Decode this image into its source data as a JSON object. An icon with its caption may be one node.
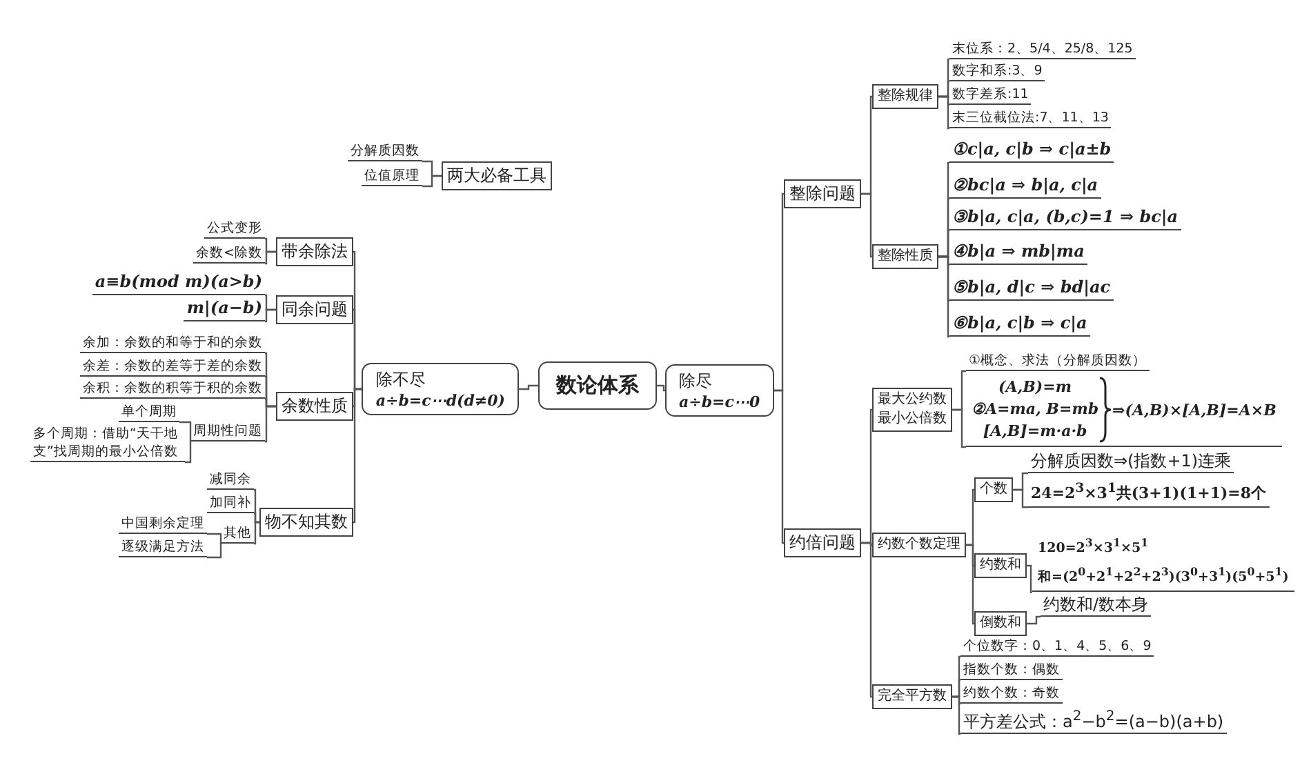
{
  "diagram": {
    "nodes": [
      {
        "text": [
          "数论体系"
        ]
      },
      {
        "text": [
          "除不尽",
          "a÷b=c⋯d(d≠0)"
        ]
      },
      {
        "text": [
          "除尽",
          "a÷b=c⋯0"
        ]
      },
      {
        "text": [
          "两大必备工具"
        ]
      },
      {
        "text": [
          "分解质因数"
        ]
      },
      {
        "text": [
          "位值原理"
        ]
      },
      {
        "text": [
          "带余除法"
        ]
      },
      {
        "text": [
          "公式变形"
        ]
      },
      {
        "text": [
          "余数<除数"
        ]
      },
      {
        "text": [
          "同余问题"
        ]
      },
      {
        "text": [
          "a≡b(mod m)(a>b)"
        ]
      },
      {
        "text": [
          "m|(a−b)"
        ]
      },
      {
        "text": [
          "余数性质"
        ]
      },
      {
        "text": [
          "余加：余数的和等于和的余数"
        ]
      },
      {
        "text": [
          "余差：余数的差等于差的余数"
        ]
      },
      {
        "text": [
          "余积：余数的积等于积的余数"
        ]
      },
      {
        "text": [
          "周期性问题"
        ]
      },
      {
        "text": [
          "单个周期"
        ]
      },
      {
        "text": [
          "多个周期：借助“天干地支”找周期的最小公倍数"
        ]
      },
      {
        "text": [
          "物不知其数"
        ]
      },
      {
        "text": [
          "减同余"
        ]
      },
      {
        "text": [
          "加同补"
        ]
      },
      {
        "text": [
          "其他"
        ]
      },
      {
        "text": [
          "中国剩余定理"
        ]
      },
      {
        "text": [
          "逐级满足方法"
        ]
      },
      {
        "text": [
          "整除问题"
        ]
      },
      {
        "text": [
          "约倍问题"
        ]
      },
      {
        "text": [
          "整除规律"
        ]
      },
      {
        "text": [
          "末位系：2、5/4、25/8、125"
        ]
      },
      {
        "text": [
          "数字和系:3、9"
        ]
      },
      {
        "text": [
          "数字差系:11"
        ]
      },
      {
        "text": [
          "末三位截位法:7、11、13"
        ]
      },
      {
        "text": [
          "整除性质"
        ]
      },
      {
        "text": [
          "①c|a, c|b ⇒ c|a±b"
        ]
      },
      {
        "text": [
          "②bc|a ⇒ b|a, c|a"
        ]
      },
      {
        "text": [
          "③b|a, c|a, (b,c)=1 ⇒ bc|a"
        ]
      },
      {
        "text": [
          "④b|a ⇒ mb|ma"
        ]
      },
      {
        "text": [
          "⑤b|a, d|c ⇒ bd|ac"
        ]
      },
      {
        "text": [
          "⑥b|a, c|b ⇒ c|a"
        ]
      },
      {
        "text": [
          "最大公约数",
          "最小公倍数"
        ]
      },
      {
        "text": [
          "①概念、求法（分解质因数）"
        ]
      },
      {
        "text": [
          "(A,B)=m",
          "②A=ma, B=mb",
          "[A,B]=m·a·b",
          "⇒(A,B)×[A,B]=A×B"
        ]
      },
      {
        "text": [
          "约数个数定理"
        ]
      },
      {
        "text": [
          "个数"
        ]
      },
      {
        "text": [
          "分解质因数⇒(指数+1)连乘"
        ]
      },
      {
        "text": [
          "24=2$^{3}$×3$^{1}$共(3+1)(1+1)=8个"
        ]
      },
      {
        "text": [
          "约数和"
        ]
      },
      {
        "text": [
          "120=2$^{3}$×3$^{1}$×5$^{1}$",
          "和=(2$^{0}$+2$^{1}$+2$^{2}$+2$^{3}$)(3$^{0}$+3$^{1}$)(5$^{0}$+5$^{1}$)"
        ]
      },
      {
        "text": [
          "倒数和"
        ]
      },
      {
        "text": [
          "约数和/数本身"
        ]
      },
      {
        "text": [
          "完全平方数"
        ]
      },
      {
        "text": [
          "个位数字：0、1、4、5、6、9"
        ]
      },
      {
        "text": [
          "指数个数：偶数"
        ]
      },
      {
        "text": [
          "约数个数：奇数"
        ]
      },
      {
        "text": [
          "平方差公式：a$^{2}$−b$^{2}$=(a−b)(a+b)"
        ]
      }
    ],
    "edges": [
      {
        "from": 0,
        "to": 1,
        "arrow": "none"
      },
      {
        "from": 0,
        "to": 2,
        "arrow": "none"
      },
      {
        "from": 3,
        "to": 4,
        "arrow": "none"
      },
      {
        "from": 3,
        "to": 5,
        "arrow": "none"
      },
      {
        "from": 1,
        "to": 6,
        "arrow": "none"
      },
      {
        "from": 1,
        "to": 9,
        "arrow": "none"
      },
      {
        "from": 1,
        "to": 12,
        "arrow": "none"
      },
      {
        "from": 1,
        "to": 19,
        "arrow": "none"
      },
      {
        "from": 6,
        "to": 7,
        "arrow": "none"
      },
      {
        "from": 6,
        "to": 8,
        "arrow": "none"
      },
      {
        "from": 9,
        "to": 10,
        "arrow": "none"
      },
      {
        "from": 9,
        "to": 11,
        "arrow": "none"
      },
      {
        "from": 12,
        "to": 13,
        "arrow": "none"
      },
      {
        "from": 12,
        "to": 14,
        "arrow": "none"
      },
      {
        "from": 12,
        "to": 15,
        "arrow": "none"
      },
      {
        "from": 12,
        "to": 16,
        "arrow": "none"
      },
      {
        "from": 16,
        "to": 17,
        "arrow": "none"
      },
      {
        "from": 16,
        "to": 18,
        "arrow": "none"
      },
      {
        "from": 19,
        "to": 20,
        "arrow": "none"
      },
      {
        "from": 19,
        "to": 21,
        "arrow": "none"
      },
      {
        "from": 19,
        "to": 22,
        "arrow": "none"
      },
      {
        "from": 22,
        "to": 23,
        "arrow": "none"
      },
      {
        "from": 22,
        "to": 24,
        "arrow": "none"
      },
      {
        "from": 2,
        "to": 25,
        "arrow": "none"
      },
      {
        "from": 2,
        "to": 26,
        "arrow": "none"
      },
      {
        "from": 25,
        "to": 27,
        "arrow": "none"
      },
      {
        "from": 25,
        "to": 32,
        "arrow": "none"
      },
      {
        "from": 27,
        "to": 28,
        "arrow": "none"
      },
      {
        "from": 27,
        "to": 29,
        "arrow": "none"
      },
      {
        "from": 27,
        "to": 30,
        "arrow": "none"
      },
      {
        "from": 27,
        "to": 31,
        "arrow": "none"
      },
      {
        "from": 32,
        "to": 33,
        "arrow": "none"
      },
      {
        "from": 32,
        "to": 34,
        "arrow": "none"
      },
      {
        "from": 32,
        "to": 35,
        "arrow": "none"
      },
      {
        "from": 32,
        "to": 36,
        "arrow": "none"
      },
      {
        "from": 32,
        "to": 37,
        "arrow": "none"
      },
      {
        "from": 32,
        "to": 38,
        "arrow": "none"
      },
      {
        "from": 26,
        "to": 39,
        "arrow": "none"
      },
      {
        "from": 26,
        "to": 42,
        "arrow": "none"
      },
      {
        "from": 26,
        "to": 50,
        "arrow": "none"
      },
      {
        "from": 39,
        "to": 40,
        "arrow": "none"
      },
      {
        "from": 39,
        "to": 41,
        "arrow": "none"
      },
      {
        "from": 42,
        "to": 43,
        "arrow": "none"
      },
      {
        "from": 42,
        "to": 46,
        "arrow": "none"
      },
      {
        "from": 42,
        "to": 48,
        "arrow": "none"
      },
      {
        "from": 43,
        "to": 44,
        "arrow": "none"
      },
      {
        "from": 43,
        "to": 45,
        "arrow": "none"
      },
      {
        "from": 46,
        "to": 47,
        "arrow": "none"
      },
      {
        "from": 48,
        "to": 49,
        "arrow": "none"
      },
      {
        "from": 50,
        "to": 51,
        "arrow": "none"
      },
      {
        "from": 50,
        "to": 52,
        "arrow": "none"
      },
      {
        "from": 50,
        "to": 53,
        "arrow": "none"
      },
      {
        "from": 50,
        "to": 54,
        "arrow": "none"
      }
    ]
  }
}
